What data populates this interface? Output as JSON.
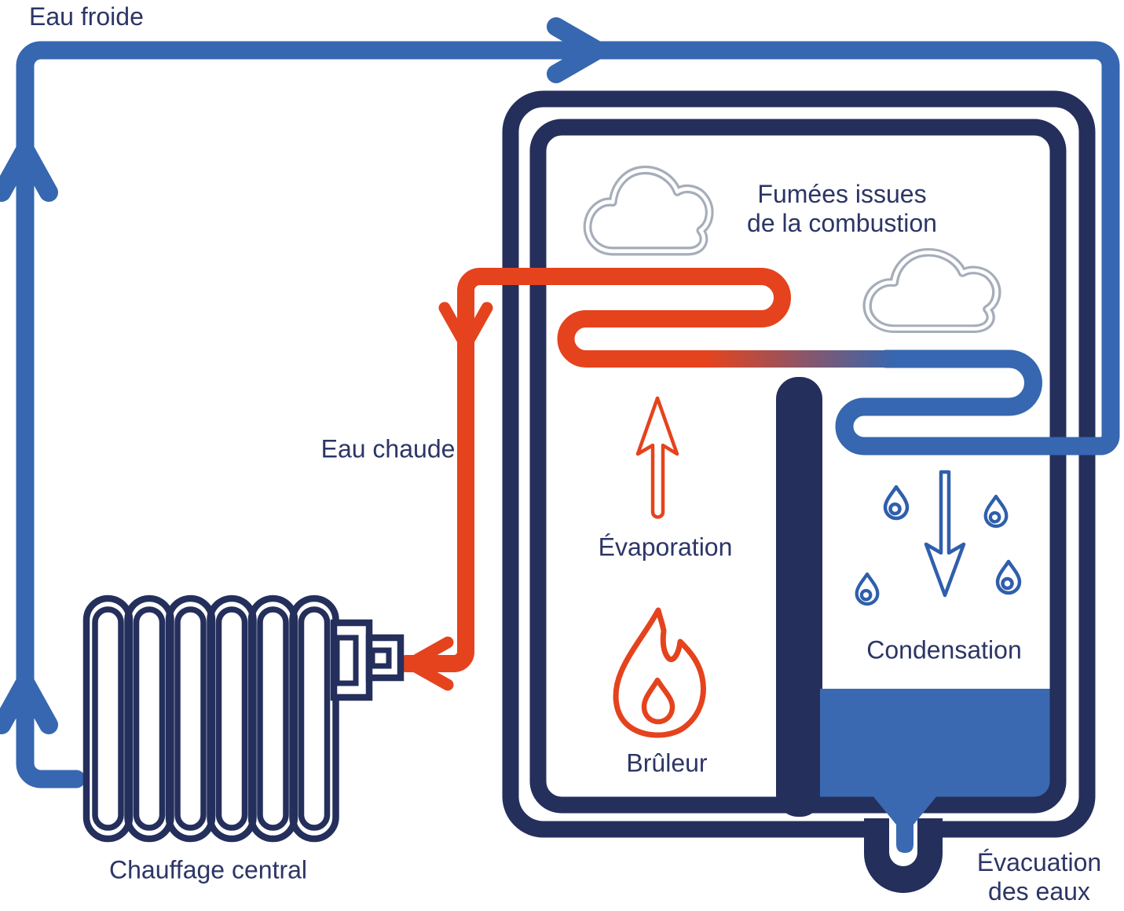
{
  "diagram": {
    "labels": {
      "cold_water": "Eau froide",
      "hot_water": "Eau chaude",
      "flue_gases_line1": "Fumées issues",
      "flue_gases_line2": "de la combustion",
      "evaporation": "Évaporation",
      "burner": "Brûleur",
      "condensation": "Condensation",
      "water_evacuation_line1": "Évacuation",
      "water_evacuation_line2": "des eaux",
      "central_heating": "Chauffage central"
    },
    "icons": [
      "cloud-icon",
      "cloud-icon",
      "arrow-up-icon",
      "arrow-down-icon",
      "droplet-icon",
      "flame-icon",
      "radiator-icon",
      "chevron-arrow-icon"
    ],
    "colors": {
      "navy": "#242f5c",
      "text": "#2c3566",
      "pipe_blue": "#3667b0",
      "accent_blue": "#2f5fac",
      "pipe_red": "#e5431d",
      "cloud_gray": "#a6adba",
      "water_fill": "#3a69b1"
    }
  }
}
